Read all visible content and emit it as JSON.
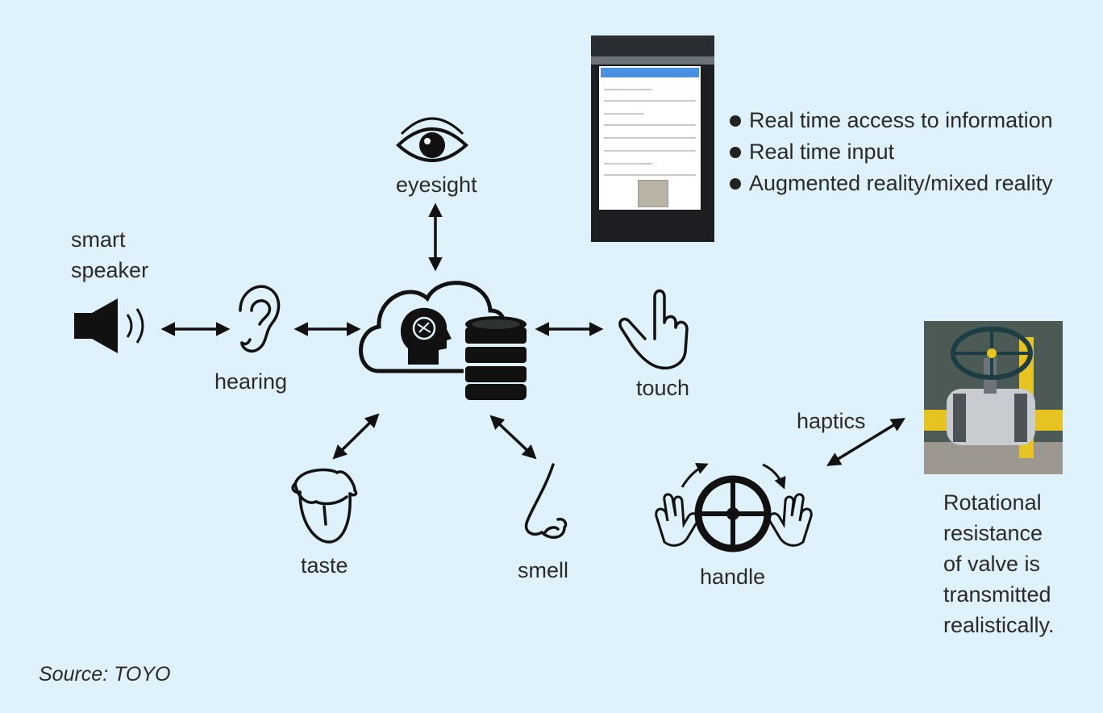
{
  "labels": {
    "smart_speaker": [
      "smart",
      "speaker"
    ],
    "hearing": "hearing",
    "eyesight": "eyesight",
    "touch": "touch",
    "taste": "taste",
    "smell": "smell",
    "handle": "handle",
    "haptics": "haptics"
  },
  "bullets": [
    "Real time access to information",
    "Real time input",
    "Augmented reality/mixed reality"
  ],
  "valve_caption": [
    "Rotational",
    "resistance",
    "of valve is",
    "transmitted",
    "realistically."
  ],
  "source": "Source: TOYO",
  "icons": {
    "speaker": "speaker-icon",
    "ear": "ear-icon",
    "eye": "eye-icon",
    "cloud": "cloud-ai-head-icon",
    "database": "database-icon",
    "hand": "pointing-hand-icon",
    "tongue": "tongue-icon",
    "nose": "nose-icon",
    "wheel": "valve-handle-wheel-icon",
    "tablet": "tablet-screenshot",
    "valve": "valve-photo"
  },
  "colors": {
    "background": "#dff1fb",
    "ink": "#222222"
  }
}
